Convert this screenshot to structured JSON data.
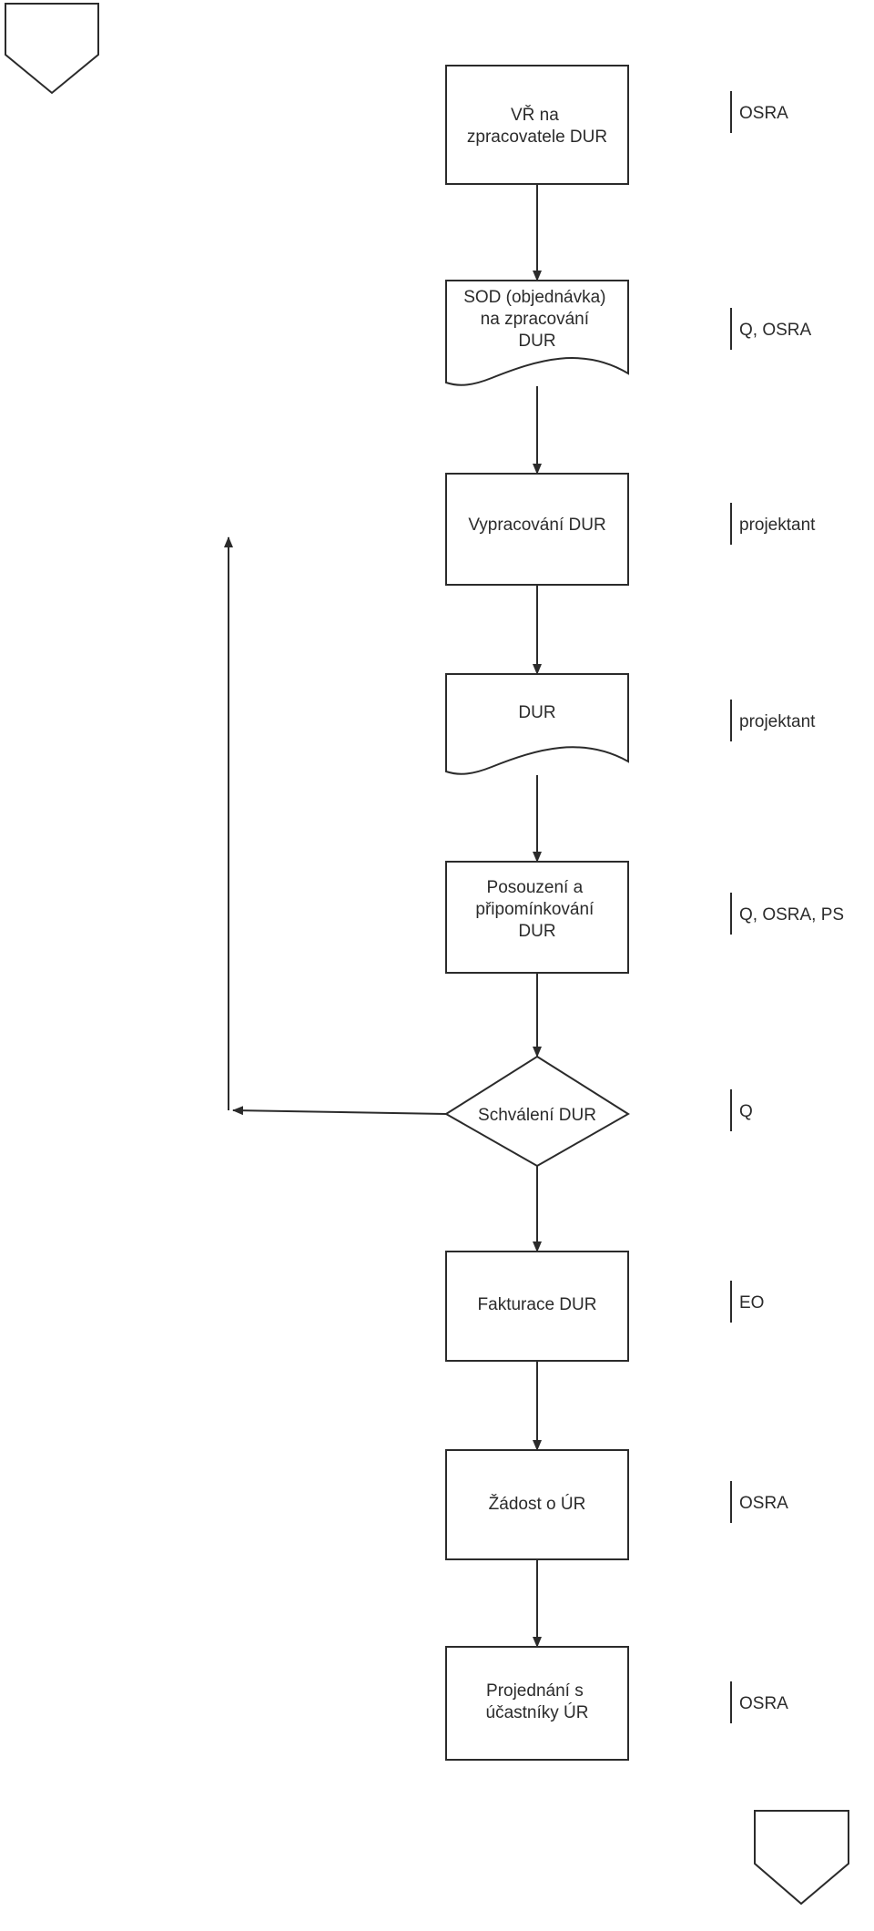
{
  "flowchart": {
    "steps": [
      {
        "id": "vr",
        "shape": "process",
        "lines": [
          "VŘ na",
          "zpracovatele DUR"
        ],
        "role": "OSRA"
      },
      {
        "id": "sod",
        "shape": "document",
        "lines": [
          "SOD (objednávka)",
          "na zpracování",
          "DUR"
        ],
        "role": "Q, OSRA"
      },
      {
        "id": "vypracovani",
        "shape": "process",
        "lines": [
          "Vypracování DUR"
        ],
        "role": "projektant"
      },
      {
        "id": "dur",
        "shape": "document",
        "lines": [
          "DUR"
        ],
        "role": "projektant"
      },
      {
        "id": "posouzeni",
        "shape": "process",
        "lines": [
          "Posouzení a",
          "připomínkování",
          "DUR"
        ],
        "role": "Q, OSRA, PS"
      },
      {
        "id": "schvaleni",
        "shape": "decision",
        "lines": [
          "Schválení DUR"
        ],
        "role": "Q"
      },
      {
        "id": "fakturace",
        "shape": "process",
        "lines": [
          "Fakturace DUR"
        ],
        "role": "EO"
      },
      {
        "id": "zadost",
        "shape": "process",
        "lines": [
          "Žádost o ÚR"
        ],
        "role": "OSRA"
      },
      {
        "id": "projednani",
        "shape": "process",
        "lines": [
          "Projednání s",
          "účastníky ÚR"
        ],
        "role": "OSRA"
      }
    ],
    "connectors": {
      "top": "off-page-connector",
      "bottom": "off-page-connector"
    },
    "line_color": "#2b2b2b"
  }
}
